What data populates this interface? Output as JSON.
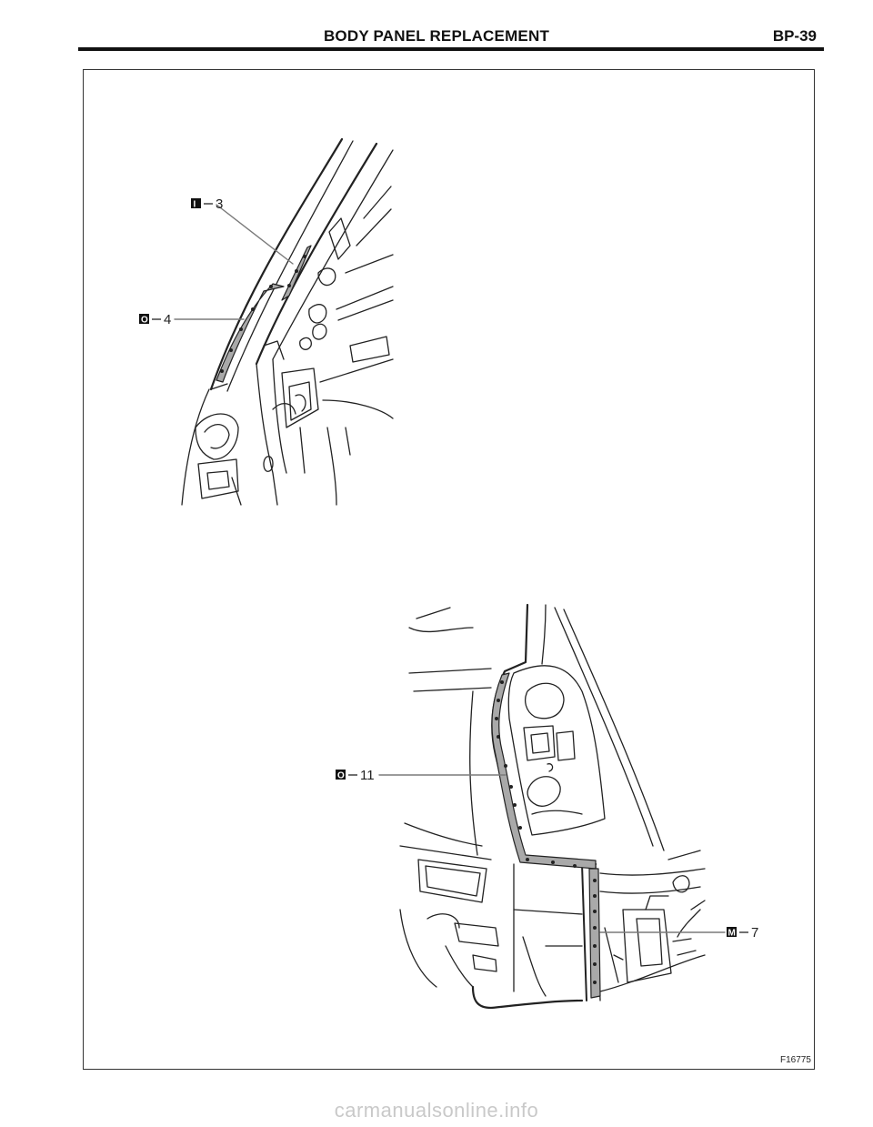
{
  "header": {
    "title": "BODY PANEL REPLACEMENT",
    "page_number": "BP-39"
  },
  "figure": {
    "figure_id": "F16775",
    "callouts": [
      {
        "symbol": "I",
        "number": "3"
      },
      {
        "symbol": "O",
        "number": "4"
      },
      {
        "symbol": "O",
        "number": "11"
      },
      {
        "symbol": "M",
        "number": "7"
      }
    ]
  },
  "footer": {
    "watermark_url": "carmanualsonline.info"
  },
  "colors": {
    "sealant_fill": "#a9a9a9",
    "line": "#222222",
    "leader": "#7a7a7a"
  }
}
